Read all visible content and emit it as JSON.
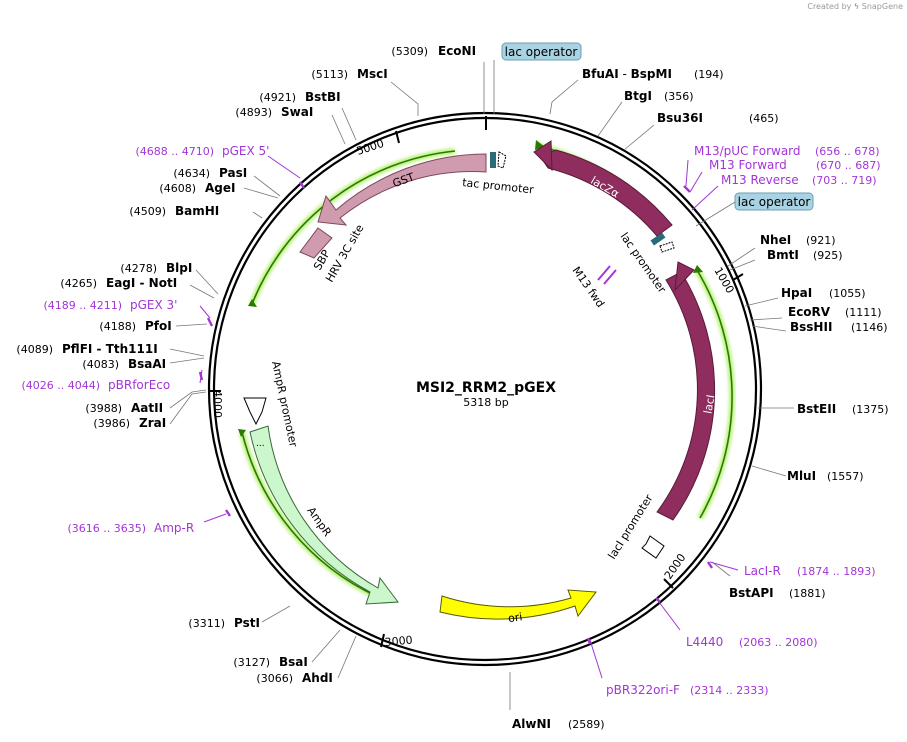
{
  "header": {
    "credit_prefix": "Created by",
    "credit_brand": "SnapGene"
  },
  "plasmid": {
    "name": "MSI2_RRM2_pGEX",
    "length": "5318 bp"
  },
  "ticks": [
    "5000",
    "1000",
    "2000",
    "3000",
    "4000"
  ],
  "sites_right": [
    {
      "name": "BfuAI",
      "sep": " - ",
      "name2": "BspMI",
      "pos": "(194)"
    },
    {
      "name": "BtgI",
      "sep": "",
      "name2": "",
      "pos": "(356)"
    },
    {
      "name": "Bsu36I",
      "sep": "",
      "name2": "",
      "pos": "(465)"
    },
    {
      "name": "NheI",
      "sep": "",
      "name2": "",
      "pos": "(921)"
    },
    {
      "name": "BmtI",
      "sep": "",
      "name2": "",
      "pos": "(925)"
    },
    {
      "name": "HpaI",
      "sep": "",
      "name2": "",
      "pos": "(1055)"
    },
    {
      "name": "EcoRV",
      "sep": "",
      "name2": "",
      "pos": "(1111)"
    },
    {
      "name": "BssHII",
      "sep": "",
      "name2": "",
      "pos": "(1146)"
    },
    {
      "name": "BstEII",
      "sep": "",
      "name2": "",
      "pos": "(1375)"
    },
    {
      "name": "MluI",
      "sep": "",
      "name2": "",
      "pos": "(1557)"
    },
    {
      "name": "BstAPI",
      "sep": "",
      "name2": "",
      "pos": "(1881)"
    },
    {
      "name": "AlwNI",
      "sep": "",
      "name2": "",
      "pos": "(2589)"
    }
  ],
  "sites_left": [
    {
      "pos": "(5309)",
      "name": "EcoNI"
    },
    {
      "pos": "(5113)",
      "name": "MscI"
    },
    {
      "pos": "(4921)",
      "name": "BstBI"
    },
    {
      "pos": "(4893)",
      "name": "SwaI"
    },
    {
      "pos": "(4634)",
      "name": "PasI"
    },
    {
      "pos": "(4608)",
      "name": "AgeI"
    },
    {
      "pos": "(4509)",
      "name": "BamHI"
    },
    {
      "pos": "(4278)",
      "name": "BlpI"
    },
    {
      "pos": "(4265)",
      "name": "EagI - NotI"
    },
    {
      "pos": "(4188)",
      "name": "PfoI"
    },
    {
      "pos": "(4089)",
      "name": "PflFI - Tth111I"
    },
    {
      "pos": "(4083)",
      "name": "BsaAI"
    },
    {
      "pos": "(3988)",
      "name": "AatII"
    },
    {
      "pos": "(3986)",
      "name": "ZraI"
    },
    {
      "pos": "(3311)",
      "name": "PstI"
    },
    {
      "pos": "(3127)",
      "name": "BsaI"
    },
    {
      "pos": "(3066)",
      "name": "AhdI"
    }
  ],
  "primers": [
    {
      "name": "M13/pUC Forward",
      "range": "(656 .. 678)"
    },
    {
      "name": "M13 Forward",
      "range": "(670 .. 687)"
    },
    {
      "name": "M13 Reverse",
      "range": "(703 .. 719)"
    },
    {
      "name": "LacI-R",
      "range": "(1874 .. 1893)"
    },
    {
      "name": "L4440",
      "range": "(2063 .. 2080)"
    },
    {
      "name": "pBR322ori-F",
      "range": "(2314 .. 2333)"
    },
    {
      "name": "pGEX 5'",
      "range": "(4688 .. 4710)"
    },
    {
      "name": "pGEX 3'",
      "range": "(4189 .. 4211)"
    },
    {
      "name": "pBRforEco",
      "range": "(4026 .. 4044)"
    },
    {
      "name": "Amp-R",
      "range": "(3616 .. 3635)"
    }
  ],
  "boxed_labels": [
    "lac operator",
    "lac operator"
  ],
  "features": {
    "lacZa": "lacZα",
    "lacI": "lacI",
    "GST": "GST",
    "AmpR": "AmpR",
    "ori": "ori",
    "tac_promoter": "tac promoter",
    "lac_promoter": "lac promoter",
    "laci_promoter": "lacI promoter",
    "ampr_promoter": "AmpR promoter",
    "sbp": "SBP",
    "hrv": "HRV 3C site",
    "m13fwd": "M13 fwd"
  },
  "colors": {
    "lacZa": "#8e2d5e",
    "lacI": "#8e2d5e",
    "GST": "#d09aaf",
    "AmpR": "#ccf7cc",
    "ori": "#ffff00",
    "primer": "#a335d8",
    "boxed": "#a9d3e3",
    "green_line": "#2a7a00"
  }
}
